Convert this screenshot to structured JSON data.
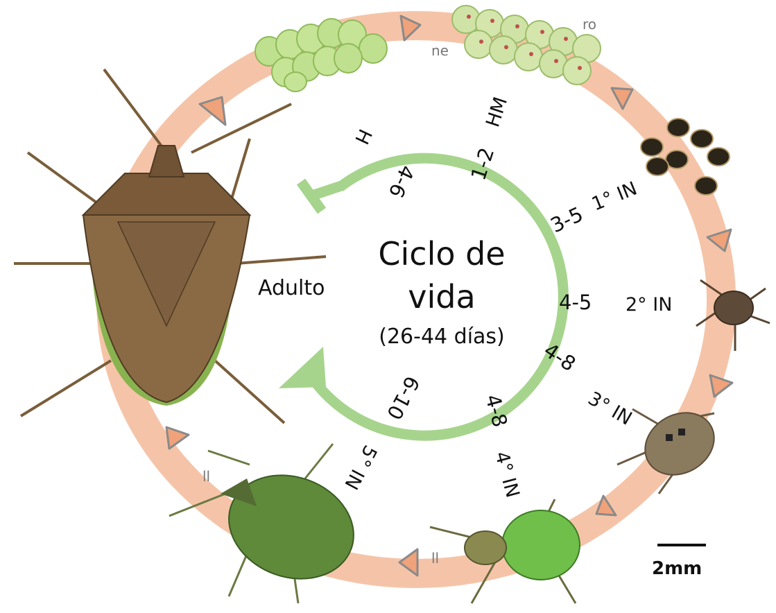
{
  "center": {
    "title_line1": "Ciclo de",
    "title_line2": "vida",
    "subtitle": "(26-44 días)"
  },
  "adult_label": "Adulto",
  "egg_labels": {
    "ne": "ne",
    "ro": "ro"
  },
  "nymph_labels": {
    "ll_left": "ll",
    "ll_right": "ll"
  },
  "stages": [
    {
      "key": "hm",
      "label": "HM",
      "duration": "1-2"
    },
    {
      "key": "in1",
      "label": "1° IN",
      "duration": "3-5"
    },
    {
      "key": "in2",
      "label": "2° IN",
      "duration": "4-5"
    },
    {
      "key": "in3",
      "label": "3° IN",
      "duration": "4-8"
    },
    {
      "key": "in4",
      "label": "4° IN",
      "duration": "4-8"
    },
    {
      "key": "in5",
      "label": "5° IN",
      "duration": "6-10"
    },
    {
      "key": "h",
      "label": "H",
      "duration": "4-6"
    }
  ],
  "scale_bar": "2mm",
  "colors": {
    "outer_ring": "#f5c4a8",
    "inner_ring": "#a6d48c",
    "arrow_fill": "#f0a27a",
    "arrow_stroke": "#8a8a8a"
  }
}
